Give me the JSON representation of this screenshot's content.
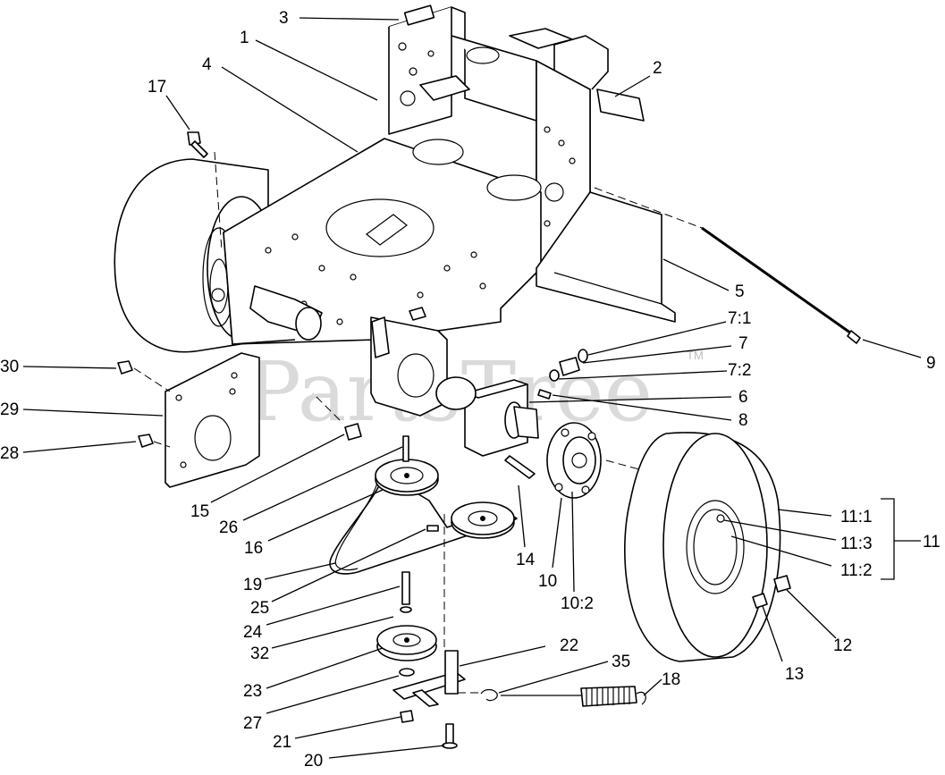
{
  "watermark": {
    "text": "PartsTree",
    "trademark": "TM"
  },
  "callouts": {
    "c1": "1",
    "c2": "2",
    "c3": "3",
    "c4": "4",
    "c5": "5",
    "c6": "6",
    "c7": "7",
    "c7_1": "7:1",
    "c7_2": "7:2",
    "c8": "8",
    "c9": "9",
    "c10": "10",
    "c10_2": "10:2",
    "c11": "11",
    "c11_1": "11:1",
    "c11_2": "11:2",
    "c11_3": "11:3",
    "c12": "12",
    "c13": "13",
    "c14": "14",
    "c15": "15",
    "c16": "16",
    "c17": "17",
    "c18": "18",
    "c19": "19",
    "c20": "20",
    "c21": "21",
    "c22": "22",
    "c23": "23",
    "c24": "24",
    "c25": "25",
    "c26": "26",
    "c27": "27",
    "c28": "28",
    "c29": "29",
    "c30": "30",
    "c32": "32",
    "c35": "35"
  }
}
